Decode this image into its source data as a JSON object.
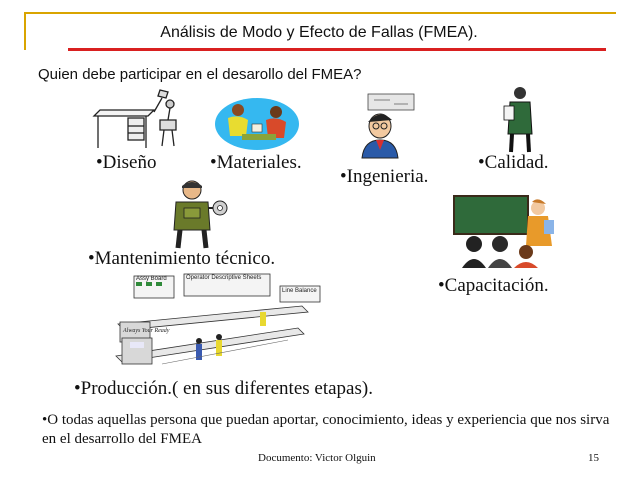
{
  "title": "Análisis de Modo y Efecto de Fallas (FMEA).",
  "question": "Quien debe participar en el desarollo del FMEA?",
  "roles": {
    "diseno": "•Diseño",
    "materiales": "•Materiales.",
    "ingenieria": "•Ingenieria.",
    "calidad": "•Calidad.",
    "mantenimiento": "•Mantenimiento técnico.",
    "capacitacion": "•Capacitación.",
    "produccion": "•Producción.( en sus diferentes etapas)."
  },
  "note": "•O todas aquellas persona que puedan aportar, conocimiento, ideas y experiencia que nos sirva en el desarrollo del FMEA",
  "production_board": {
    "labels": [
      "Assy Board",
      "Operator Descriptive Sheets",
      "Line Balance"
    ],
    "sign": "Always Your Ready"
  },
  "footer": {
    "author": "Documento: Victor Olguin",
    "page": "15"
  }
}
